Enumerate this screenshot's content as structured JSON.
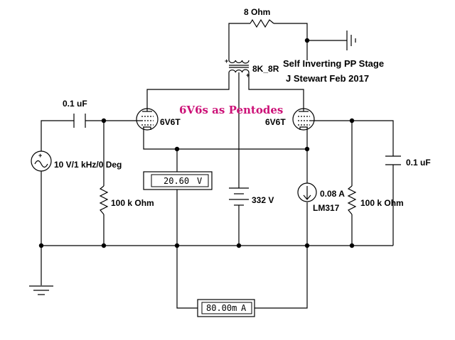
{
  "title": {
    "line1": "Self Inverting PP Stage",
    "line2": "J Stewart Feb 2017"
  },
  "annotation": {
    "text": "6V6s as Pentodes",
    "color": "#cc1177"
  },
  "components": {
    "load_resistor": "8  Ohm",
    "transformer": "8K_8R",
    "input_cap": "0.1 uF",
    "output_cap": "0.1 uF",
    "source": "10 V/1 kHz/0 Deg",
    "grid_resistor_left": "100 k Ohm",
    "grid_resistor_right": "100 k Ohm",
    "tube_left": "6V6T",
    "tube_right": "6V6T",
    "battery": "332 V",
    "current_source_value": "0.08 A",
    "current_source_part": "LM317"
  },
  "meters": {
    "voltmeter": {
      "value": "20.60",
      "unit": "V"
    },
    "ammeter": {
      "value": "80.00m",
      "unit": "A"
    }
  }
}
